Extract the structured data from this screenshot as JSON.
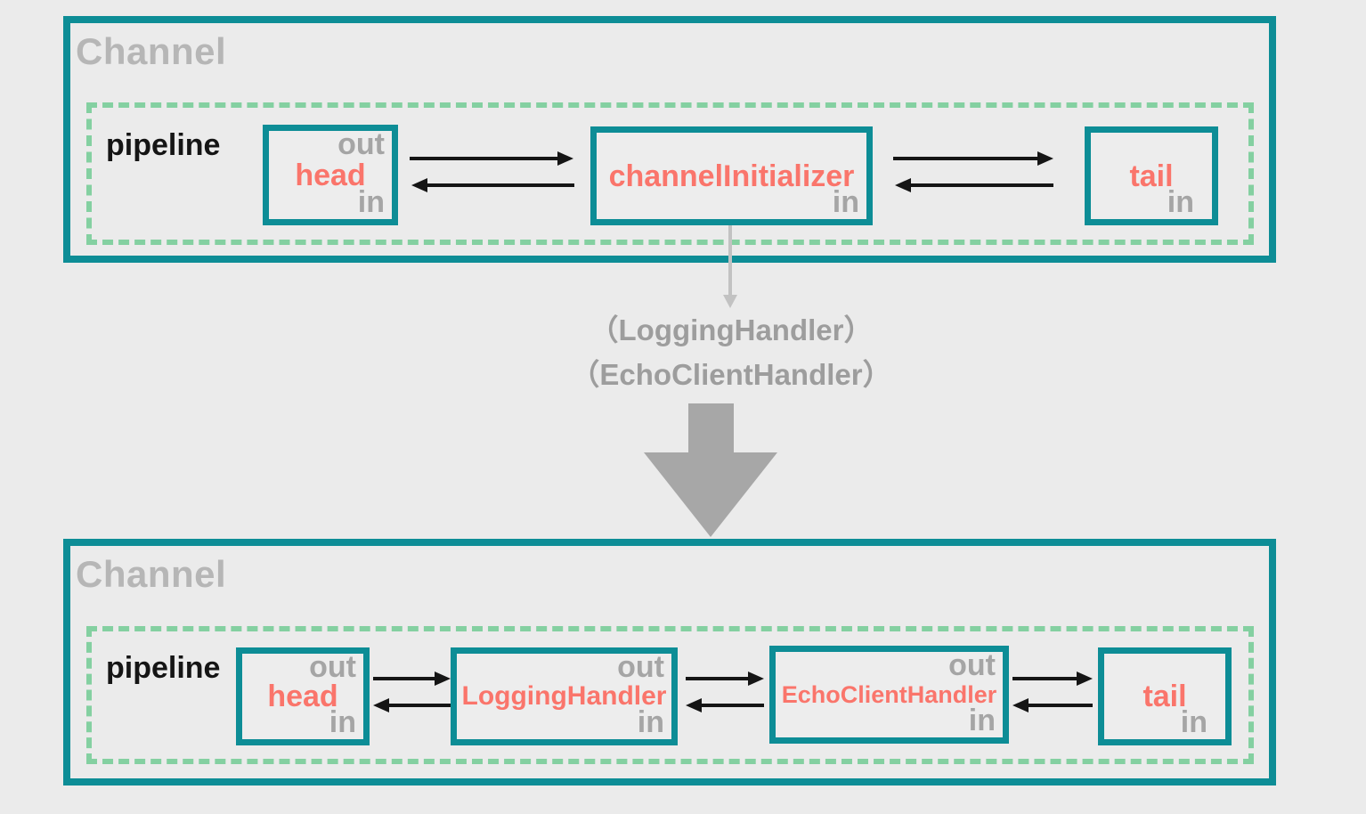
{
  "colors": {
    "teal_border": "#0D8D96",
    "green_dashed": "#84D0A1",
    "salmon_text": "#FA756B",
    "gray_title": "#B6B6B6",
    "gray_port": "#A5A5A5",
    "gray_note": "#9D9D9D",
    "gray_big_arrow": "#A7A7A7",
    "gray_connector": "#C2C2C2",
    "black": "#151515",
    "background": "#EBEBEB"
  },
  "top_channel": {
    "title": "Channel",
    "pipeline_label": "pipeline",
    "head": {
      "label": "head",
      "out": "out",
      "in": "in"
    },
    "initializer": {
      "label": "channelInitializer",
      "in": "in"
    },
    "tail": {
      "label": "tail",
      "in": "in"
    }
  },
  "transform_note": {
    "line1": "（LoggingHandler）",
    "line2": "（EchoClientHandler）"
  },
  "bottom_channel": {
    "title": "Channel",
    "pipeline_label": "pipeline",
    "head": {
      "label": "head",
      "out": "out",
      "in": "in"
    },
    "logging": {
      "label": "LoggingHandler",
      "out": "out",
      "in": "in"
    },
    "echo": {
      "label": "EchoClientHandler",
      "out": "out",
      "in": "in"
    },
    "tail": {
      "label": "tail",
      "in": "in"
    }
  }
}
